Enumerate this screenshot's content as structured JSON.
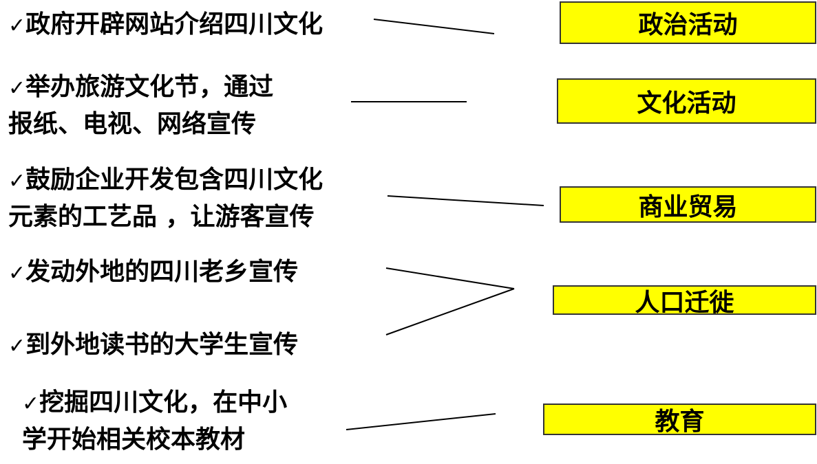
{
  "check_mark": "✓",
  "items": [
    {
      "lines": [
        "政府开辟网站介绍四川文化"
      ]
    },
    {
      "lines": [
        "举办旅游文化节，通过",
        "报纸、电视、网络宣传"
      ]
    },
    {
      "lines": [
        "鼓励企业开发包含四川文化",
        "元素的工艺品 ，让游客宣传"
      ]
    },
    {
      "lines": [
        "发动外地的四川老乡宣传"
      ]
    },
    {
      "lines": [
        "到外地读书的大学生宣传"
      ]
    },
    {
      "lines": [
        "挖掘四川文化，在中小",
        "学开始相关校本教材"
      ]
    }
  ],
  "boxes": [
    {
      "label": "政治活动"
    },
    {
      "label": "文化活动"
    },
    {
      "label": "商业贸易"
    },
    {
      "label": "人口迁徙"
    },
    {
      "label": "教育"
    }
  ],
  "colors": {
    "box_fill": "#ffff00",
    "line": "#000000"
  }
}
